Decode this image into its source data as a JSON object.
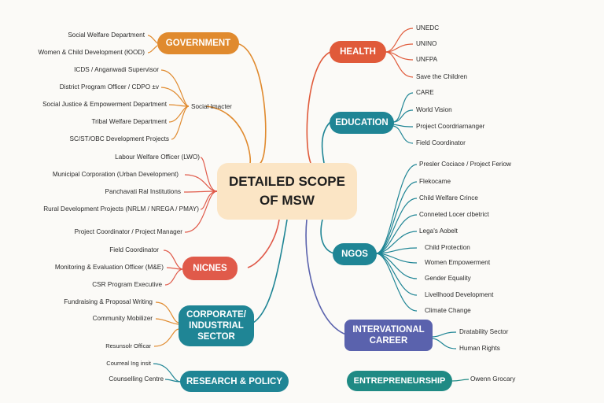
{
  "center": {
    "line1": "DETAILED SCOPE",
    "line2": "OF MSW"
  },
  "hubs": {
    "government": {
      "label": "GOVERNMENT",
      "color": "#e08a2e"
    },
    "nicnes": {
      "label": "NICNES",
      "color": "#e05a4a"
    },
    "corporate": {
      "line1": "CORPORATE/",
      "line2": "INDUSTRIAL",
      "line3": "SECTOR",
      "color": "#1f8595"
    },
    "research": {
      "label": "RESEARCH & POLICY",
      "color": "#1f8595"
    },
    "health": {
      "label": "HEALTH",
      "color": "#e05a3a"
    },
    "education": {
      "label": "EDUCATION",
      "color": "#1f8595"
    },
    "ngos": {
      "label": "NGOS",
      "color": "#1f8595"
    },
    "international": {
      "line1": "INTERVATIONAL",
      "line2": "CAREER",
      "color": "#5a62ad"
    },
    "entrepreneurship": {
      "label": "ENTREPRENEURSHIP",
      "color": "#1f8a84"
    }
  },
  "government_items": [
    "Social Welfare Department",
    "Women & Child Development (ЮOD)"
  ],
  "social_sector_label": "Social Imacter",
  "social_items": [
    "ICDS / Anganwadi Supervisor",
    "District Program Officer / CDPO ±v",
    "Social Justice & Empowerment Department",
    "Tribal Welfare Department",
    "SC/ST/OBC Development Projects"
  ],
  "local_items": [
    "Labour Welfare Officer (LWO)",
    "Municipal Corporation (Urban Development)",
    "Panchavati Ral Institutions",
    "Rural Development Projects (NRLM / NREGA / PMAY)",
    "Project Coordinator / Project Manager"
  ],
  "nicnes_items": [
    "Field Coordinator",
    "Monitoring & Evaluation Officer (M&E)",
    "CSR Program Executive"
  ],
  "corporate_items": [
    "Fundraising & Proposal Writing",
    "Community Mobilizer"
  ],
  "corporate_extra": "Resunsolr Officar",
  "research_items": [
    "Courreal Ing insit",
    "Counselling Centre"
  ],
  "health_items": [
    "UNEDC",
    "UNINO",
    "UNFPA",
    "Save the Children"
  ],
  "education_items": [
    "CARE",
    "World Vision",
    "Project Coordriarnanger",
    "Field Coordinator"
  ],
  "ngo_items": [
    "Presler Cociace / Project Feriow",
    "Flekocame",
    "Child Welfare Crince",
    "Conneted Locer clbetrict",
    "Lega's Aobelt",
    "Child Protection",
    "Women Empowerment",
    "Gender Equality",
    "Livellhood Development",
    "Climate Change"
  ],
  "international_items": [
    "Dratability Sector",
    "Human Rights"
  ],
  "entrepreneurship_items": [
    "Owenn Grocary"
  ]
}
